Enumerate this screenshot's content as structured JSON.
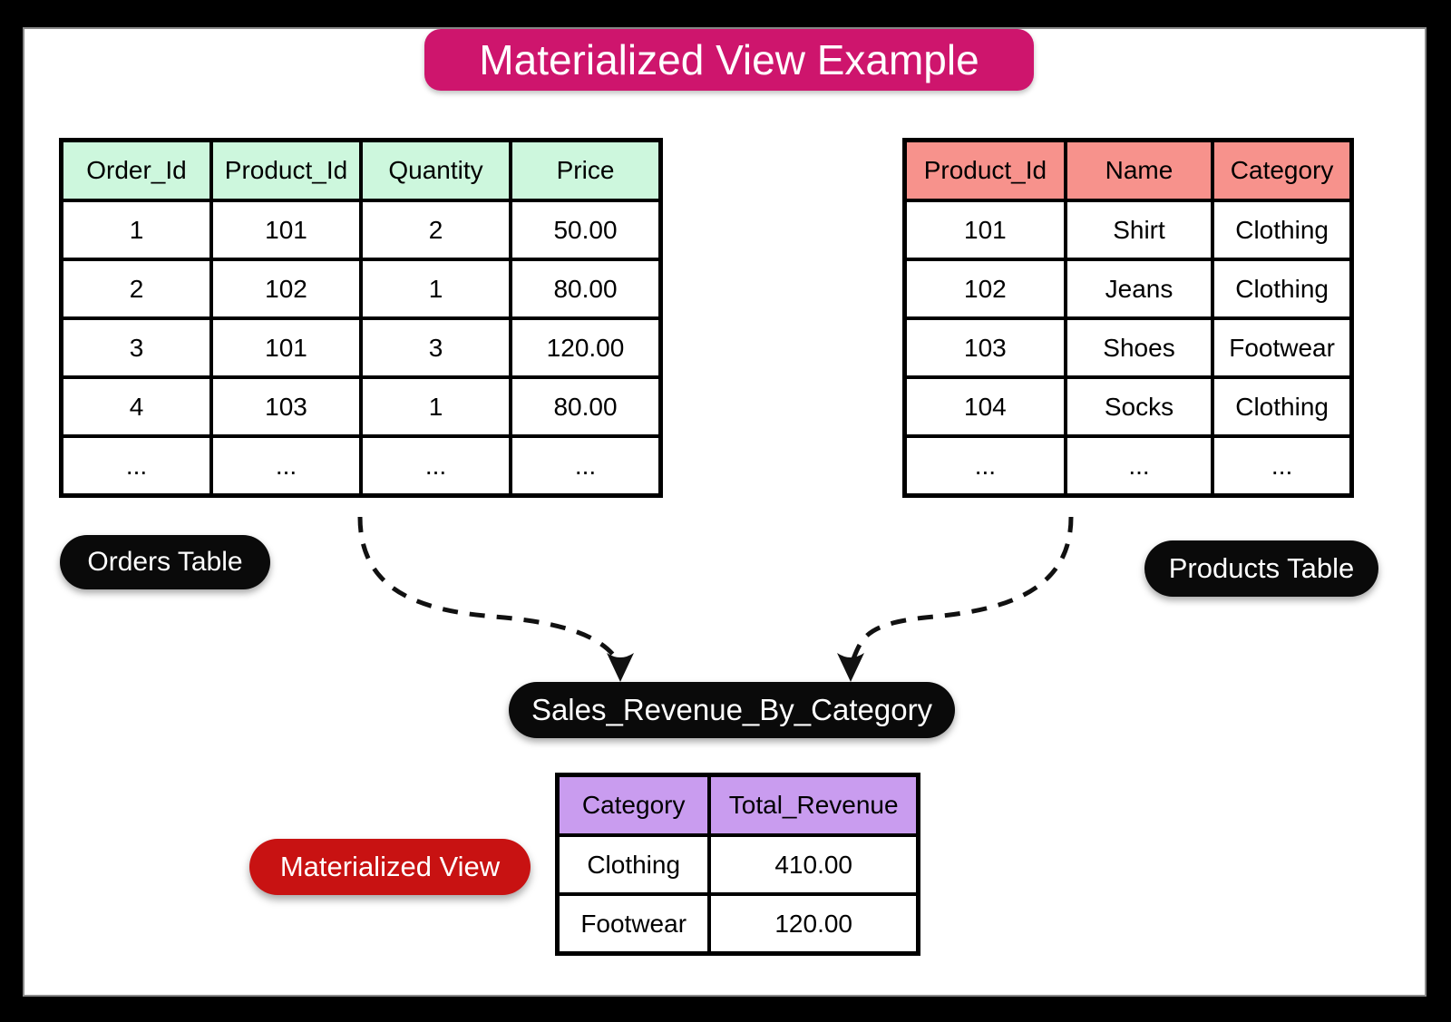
{
  "title": {
    "label": "Materialized View Example"
  },
  "colors": {
    "title_bg": "#CE156D",
    "orders_header_bg": "#CDF7DD",
    "products_header_bg": "#F7928C",
    "mv_header_bg": "#C99CEF",
    "black_pill_bg": "#0A0A0A",
    "red_pill_bg": "#C81212",
    "table_border": "#000000",
    "canvas_bg": "#FFFFFF",
    "frame_bg": "#000000"
  },
  "tables": {
    "orders": {
      "label": "Orders Table",
      "header_bg": "#CDF7DD",
      "columns": [
        "Order_Id",
        "Product_Id",
        "Quantity",
        "Price"
      ],
      "rows": [
        [
          "1",
          "101",
          "2",
          "50.00"
        ],
        [
          "2",
          "102",
          "1",
          "80.00"
        ],
        [
          "3",
          "101",
          "3",
          "120.00"
        ],
        [
          "4",
          "103",
          "1",
          "80.00"
        ],
        [
          "...",
          "...",
          "...",
          "..."
        ]
      ]
    },
    "products": {
      "label": "Products Table",
      "header_bg": "#F7928C",
      "columns": [
        "Product_Id",
        "Name",
        "Category"
      ],
      "rows": [
        [
          "101",
          "Shirt",
          "Clothing"
        ],
        [
          "102",
          "Jeans",
          "Clothing"
        ],
        [
          "103",
          "Shoes",
          "Footwear"
        ],
        [
          "104",
          "Socks",
          "Clothing"
        ],
        [
          "...",
          "...",
          "..."
        ]
      ]
    },
    "materialized_view": {
      "label": "Materialized View",
      "header_bg": "#C99CEF",
      "columns": [
        "Category",
        "Total_Revenue"
      ],
      "rows": [
        [
          "Clothing",
          "410.00"
        ],
        [
          "Footwear",
          "120.00"
        ]
      ]
    }
  },
  "flow": {
    "target_label": "Sales_Revenue_By_Category"
  }
}
